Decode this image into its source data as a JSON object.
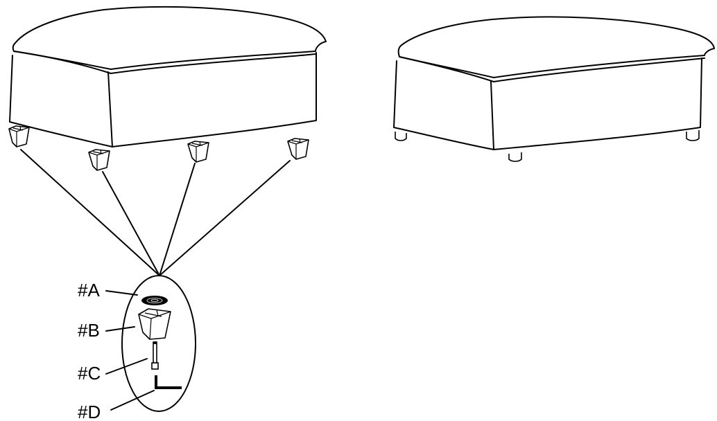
{
  "labels": {
    "a": "#A",
    "b": "#B",
    "c": "#C",
    "d": "#D"
  },
  "colors": {
    "line": "#000000",
    "background": "#ffffff"
  }
}
